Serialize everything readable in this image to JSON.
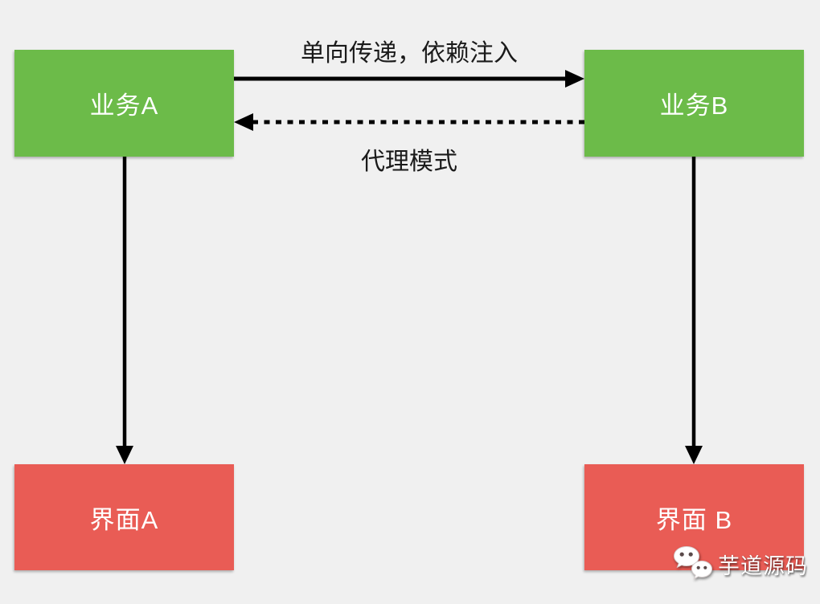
{
  "diagram": {
    "background_color": "#f0f0f0",
    "node_green_color": "#6cbb49",
    "node_red_color": "#e95c55",
    "arrow_color": "#000000",
    "nodes": [
      {
        "id": "service-a",
        "label": "业务A",
        "color": "#6cbb49"
      },
      {
        "id": "service-b",
        "label": "业务B",
        "color": "#6cbb49"
      },
      {
        "id": "ui-a",
        "label": "界面A",
        "color": "#e95c55"
      },
      {
        "id": "ui-b",
        "label": "界面 B",
        "color": "#e95c55"
      }
    ],
    "edges": [
      {
        "from": "service-a",
        "to": "service-b",
        "style": "solid",
        "label": "单向传递，依赖注入"
      },
      {
        "from": "service-b",
        "to": "service-a",
        "style": "dashed",
        "label": "代理模式"
      },
      {
        "from": "service-a",
        "to": "ui-a",
        "style": "solid",
        "label": ""
      },
      {
        "from": "service-b",
        "to": "ui-b",
        "style": "solid",
        "label": ""
      }
    ]
  },
  "watermark": {
    "text": "芋道源码",
    "icon": "wechat-icon"
  }
}
